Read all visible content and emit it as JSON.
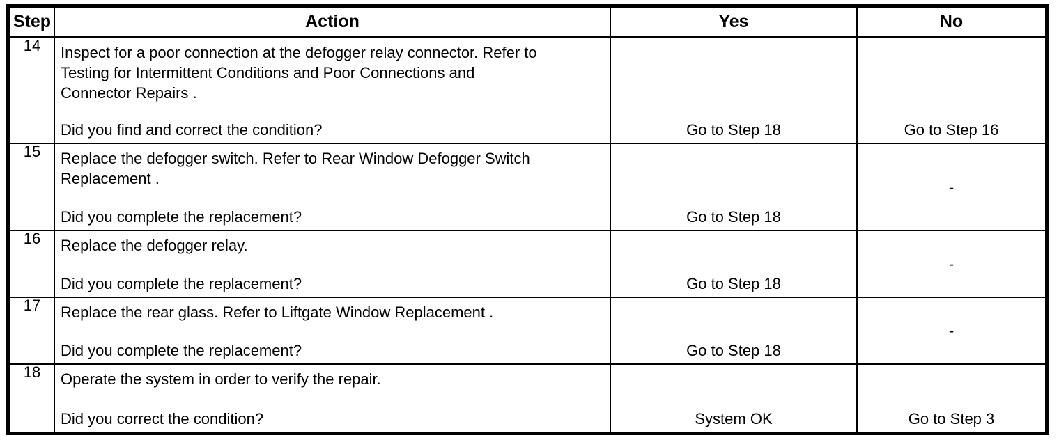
{
  "document": {
    "kind": "diagnostic-procedure-table",
    "columns": [
      {
        "key": "step",
        "label": "Step"
      },
      {
        "key": "action",
        "label": "Action"
      },
      {
        "key": "yes",
        "label": "Yes"
      },
      {
        "key": "no",
        "label": "No"
      }
    ],
    "rows": [
      {
        "step": "14",
        "action_description": "Inspect for a poor connection at the defogger relay connector. Refer to\nTesting for Intermittent Conditions and Poor Connections and\nConnector Repairs .",
        "action_question": "Did you find and correct the condition?",
        "yes": "Go to Step 18",
        "no": "Go to Step 16",
        "yes_position": "bottom",
        "no_position": "bottom"
      },
      {
        "step": "15",
        "action_description": "Replace the defogger switch. Refer to Rear Window Defogger Switch\nReplacement .",
        "action_question": "Did you complete the replacement?",
        "yes": "Go to Step 18",
        "no": "-",
        "yes_position": "bottom",
        "no_position": "middle"
      },
      {
        "step": "16",
        "action_description": "Replace the defogger relay.",
        "action_question": "Did you complete the replacement?",
        "yes": "Go to Step 18",
        "no": "-",
        "yes_position": "bottom",
        "no_position": "middle"
      },
      {
        "step": "17",
        "action_description": "Replace the rear glass. Refer to Liftgate Window Replacement .",
        "action_question": "Did you complete the replacement?",
        "yes": "Go to Step 18",
        "no": "-",
        "yes_position": "bottom",
        "no_position": "middle"
      },
      {
        "step": "18",
        "action_description": "Operate the system in order to verify the repair.",
        "action_question": "Did you correct the condition?",
        "yes": "System OK",
        "no": "Go to Step 3",
        "yes_position": "bottom",
        "no_position": "bottom"
      }
    ],
    "colors": {
      "page_background": "#ffffff",
      "text": "#000000",
      "border": "#000000"
    }
  }
}
